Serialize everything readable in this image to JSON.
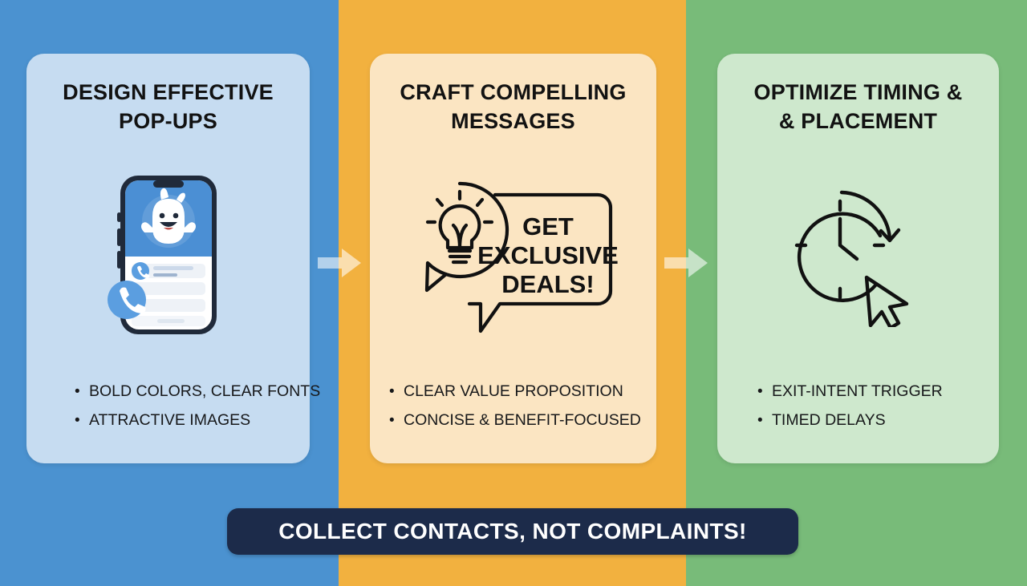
{
  "theme": {
    "band_blue": "#4b92d0",
    "band_orange": "#f2b13f",
    "band_green": "#78bb79",
    "card_blue": "#c6dcf1",
    "card_orange": "#fbe5c2",
    "card_green": "#cee8cd",
    "banner_navy": "#1c2b4a",
    "text_dark": "#121212",
    "phone_screen_blue": "#4b8fd4",
    "phone_frame": "#202a3a"
  },
  "columns": [
    {
      "title": "DESIGN EFFECTIVE POP-UPS",
      "title_lines": [
        "DESIGN EFFECTIVE",
        "POP-UPS"
      ],
      "icon": "smartphone-popup-icon",
      "bullets": [
        "BOLD COLORS, CLEAR FONTS",
        "ATTRACTIVE IMAGES"
      ]
    },
    {
      "title": "CRAFT COMPELLING MESSAGES",
      "title_lines": [
        "CRAFT COMPELLING",
        "MESSAGES"
      ],
      "icon": "lightbulb-speech-bubble-icon",
      "bubble_lines": [
        "GET",
        "EXCLUSIVE",
        "DEALS!"
      ],
      "bullets": [
        "CLEAR VALUE PROPOSITION",
        "CONCISE & BENEFIT-FOCUSED"
      ]
    },
    {
      "title": "OPTIMIZE TIMING & & PLACEMENT",
      "title_lines": [
        "OPTIMIZE TIMING &",
        "& PLACEMENT"
      ],
      "icon": "clock-cursor-icon",
      "bullets": [
        "EXIT-INTENT TRIGGER",
        "TIMED DELAYS"
      ]
    }
  ],
  "arrows": [
    {
      "name": "arrow-step-1-to-2"
    },
    {
      "name": "arrow-step-2-to-3"
    }
  ],
  "banner": {
    "text": "COLLECT CONTACTS, NOT COMPLAINTS!"
  },
  "bullet_marker": "•"
}
